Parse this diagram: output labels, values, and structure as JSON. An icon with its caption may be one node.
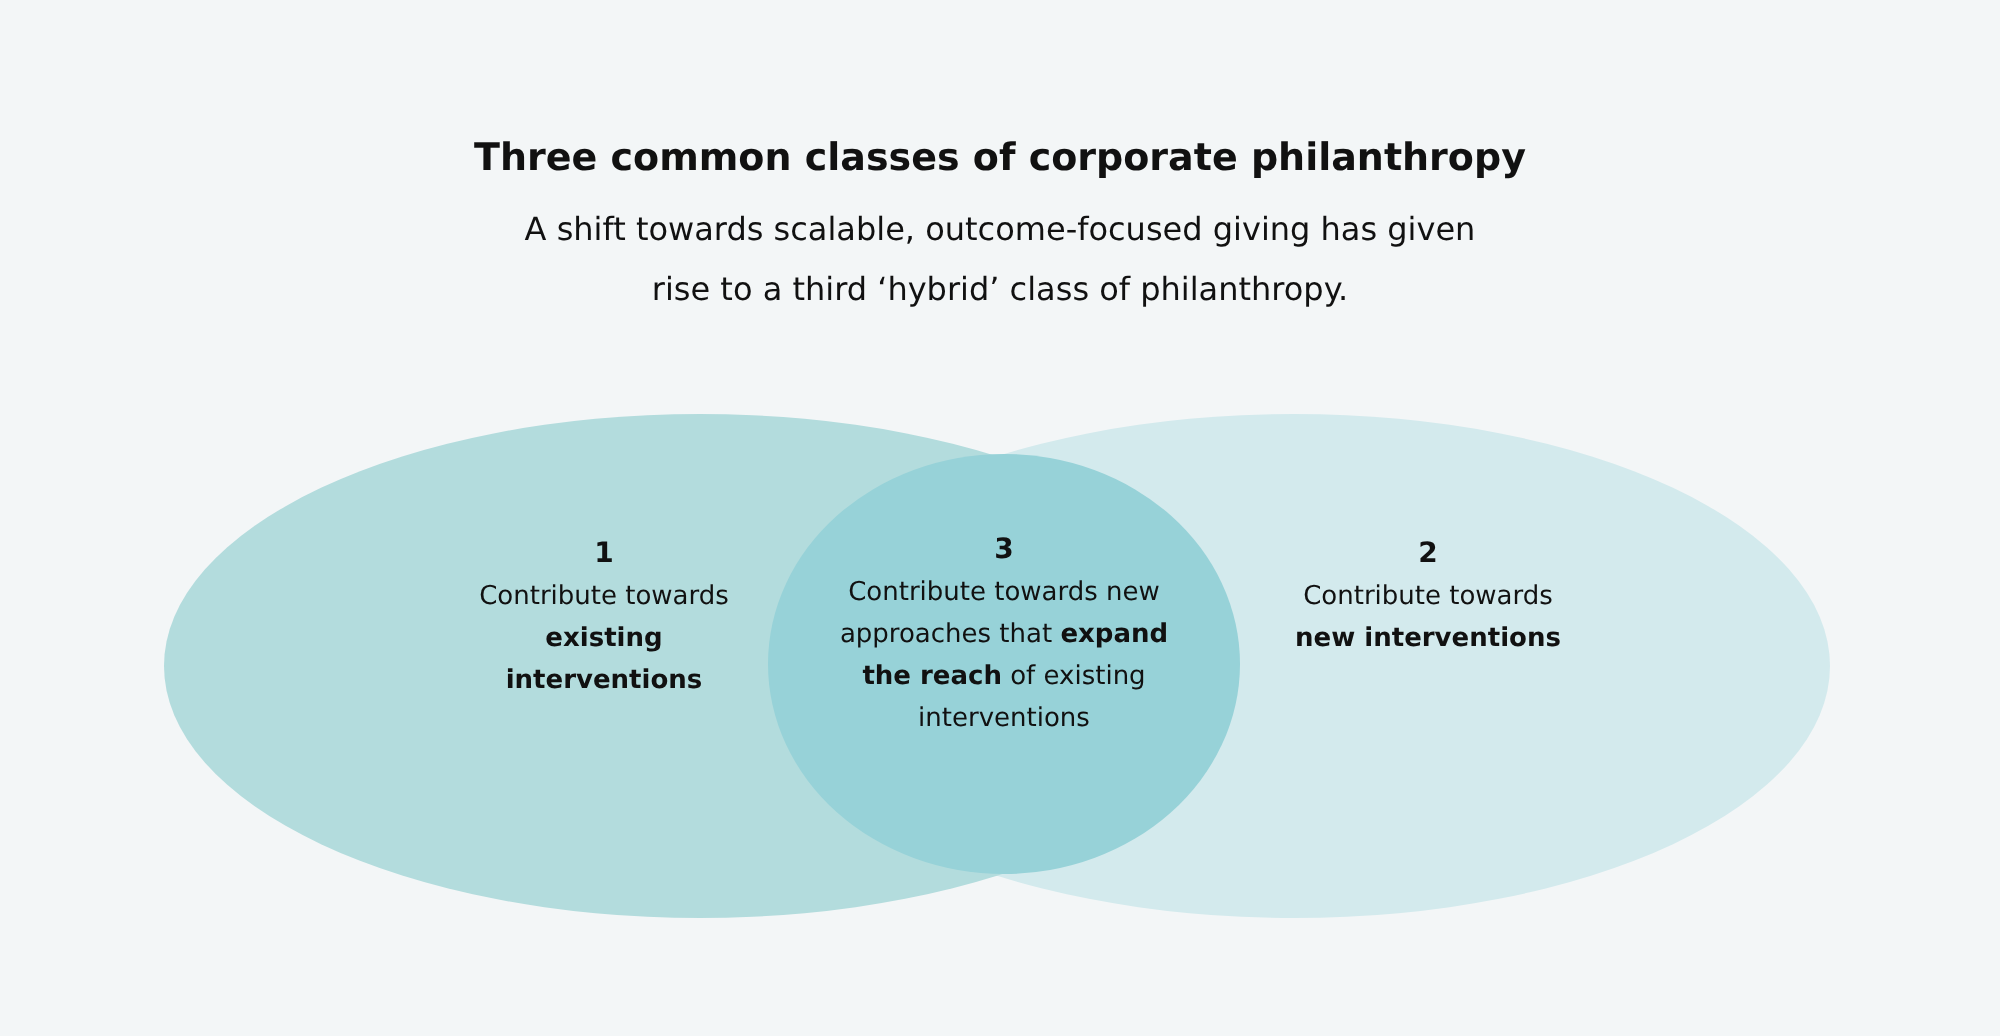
{
  "diagram": {
    "title": "Three common classes of corporate philanthropy",
    "nodes": [
      {
        "text": [
          "1",
          "Contribute towards **existing interventions**"
        ]
      },
      {
        "text": [
          "3",
          "Contribute towards new approaches that **expand the reach** of existing interventions"
        ]
      },
      {
        "text": [
          "2",
          "Contribute towards **new interventions**"
        ]
      }
    ],
    "labels": [
      "A shift towards scalable, outcome-focused giving has given rise to a third ‘hybrid’ class of philanthropy."
    ]
  }
}
